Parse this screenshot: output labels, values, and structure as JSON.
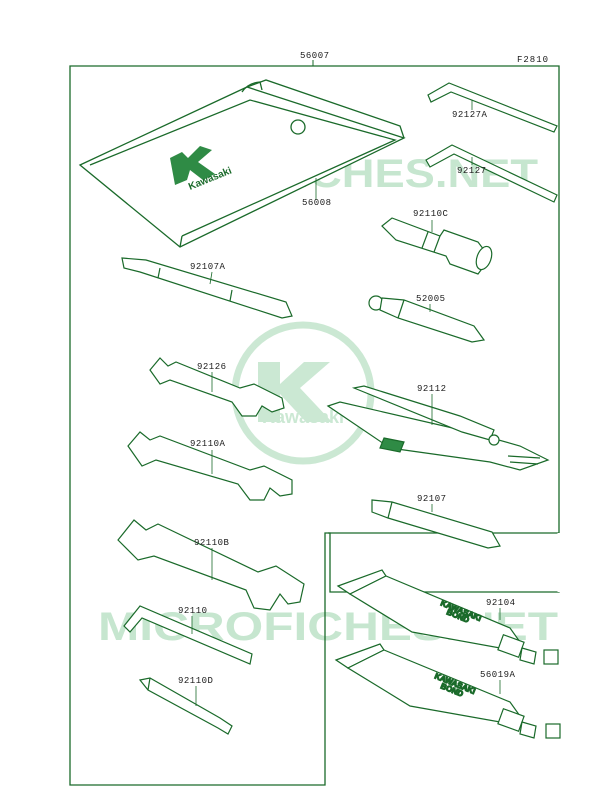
{
  "diagram": {
    "reference_code": "F2810",
    "colors": {
      "line": "#1a6a2a",
      "fill": "#2f8b45",
      "watermark": "#c6e6cf",
      "text": "#1b1b1b"
    },
    "watermark_text": "MICROFICHES.NET",
    "logo_text": "Kawasaki",
    "parts": [
      {
        "id": "p56007",
        "number": "56007"
      },
      {
        "id": "p56008",
        "number": "56008"
      },
      {
        "id": "p92127A",
        "number": "92127A"
      },
      {
        "id": "p92127",
        "number": "92127"
      },
      {
        "id": "p92110C",
        "number": "92110C"
      },
      {
        "id": "p92107A",
        "number": "92107A"
      },
      {
        "id": "p52005",
        "number": "52005"
      },
      {
        "id": "p92126",
        "number": "92126"
      },
      {
        "id": "p92112",
        "number": "92112"
      },
      {
        "id": "p92110A",
        "number": "92110A"
      },
      {
        "id": "p92107",
        "number": "92107"
      },
      {
        "id": "p92110B",
        "number": "92110B"
      },
      {
        "id": "p92104",
        "number": "92104"
      },
      {
        "id": "p92110",
        "number": "92110"
      },
      {
        "id": "p56019A",
        "number": "56019A"
      },
      {
        "id": "p92110D",
        "number": "92110D"
      }
    ],
    "tube_label_line1": "KAWASAKI",
    "tube_label_line2": "BOND"
  }
}
